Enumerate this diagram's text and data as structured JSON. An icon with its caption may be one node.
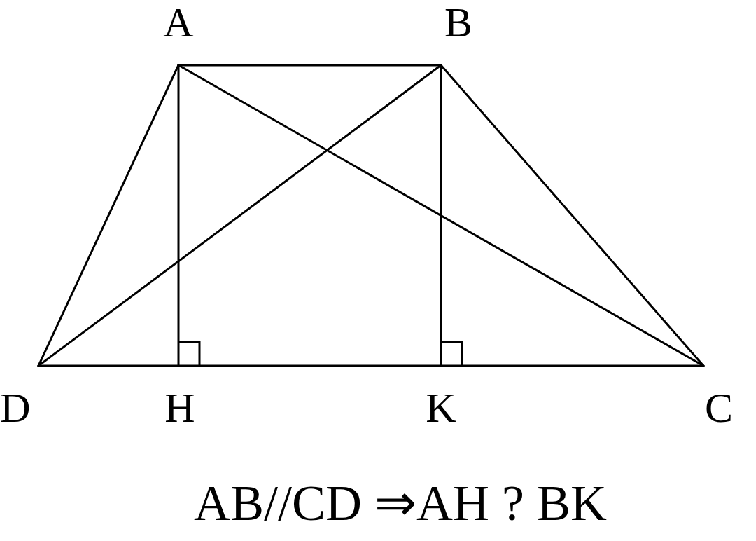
{
  "diagram": {
    "labels": [
      "A",
      "B",
      "D",
      "H",
      "K",
      "C",
      "AB//CD ⇒AH ? BK"
    ]
  }
}
